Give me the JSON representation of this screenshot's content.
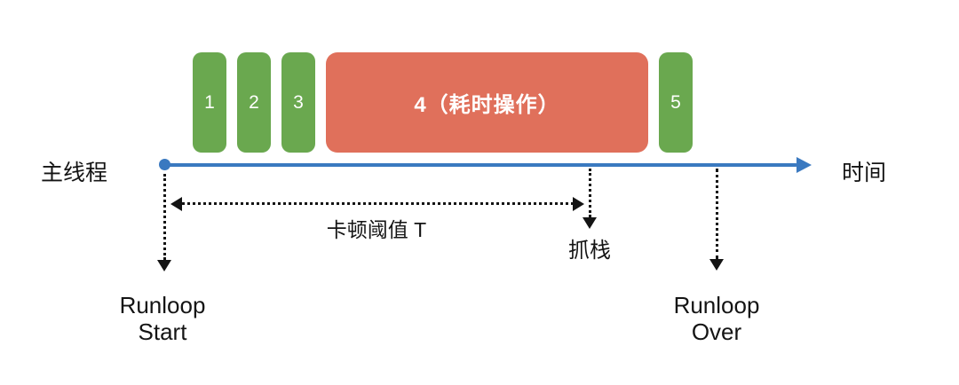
{
  "diagram": {
    "thread_label": "主线程",
    "axis_label": "时间",
    "blocks": [
      {
        "label": "1",
        "type": "normal"
      },
      {
        "label": "2",
        "type": "normal"
      },
      {
        "label": "3",
        "type": "normal"
      },
      {
        "label": "4（耗时操作）",
        "type": "slow"
      },
      {
        "label": "5",
        "type": "normal"
      }
    ],
    "annotations": {
      "runloop_start": "Runloop\nStart",
      "threshold_label": "卡顿阈值 T",
      "stack_capture_label": "抓栈",
      "runloop_over": "Runloop\nOver"
    },
    "colors": {
      "task_normal": "#6aa84f",
      "task_slow": "#e0705b",
      "timeline": "#3a79c0",
      "arrow": "#141414"
    }
  }
}
